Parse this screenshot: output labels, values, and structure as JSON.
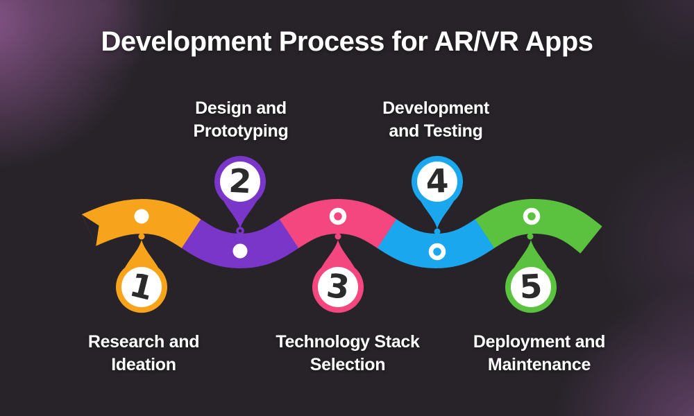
{
  "title": "Development Process for AR/VR Apps",
  "steps": [
    {
      "number": "1",
      "color": "#F7A41C",
      "label_lines": [
        "Research and",
        "Ideation"
      ],
      "balloon": "below"
    },
    {
      "number": "2",
      "color": "#7A36C9",
      "label_lines": [
        "Design and",
        "Prototyping"
      ],
      "balloon": "above"
    },
    {
      "number": "3",
      "color": "#F5477F",
      "label_lines": [
        "Technology Stack",
        "Selection"
      ],
      "balloon": "below"
    },
    {
      "number": "4",
      "color": "#1BA7EE",
      "label_lines": [
        "Development",
        "and Testing"
      ],
      "balloon": "above"
    },
    {
      "number": "5",
      "color": "#5BC23F",
      "label_lines": [
        "Deployment and",
        "Maintenance"
      ],
      "balloon": "below"
    }
  ],
  "colors": {
    "background": "#272329",
    "glow": "#A861A8",
    "title_text": "#FFFFFF",
    "label_text": "#FFFFFF",
    "step_number_text": "#2B2B2B",
    "marker_inner": "#FFFFFF"
  }
}
